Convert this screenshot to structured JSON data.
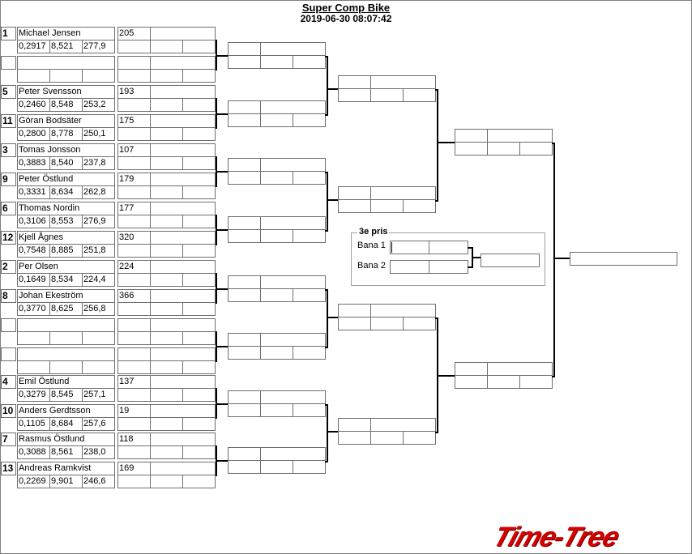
{
  "title": "Super Comp Bike",
  "datetime": "2019-06-30 08:07:42",
  "round1": [
    {
      "seed": "1",
      "name": "Michael Jensen",
      "rt": "0,2917",
      "et": "8,521",
      "speed": "277,9",
      "score": "205"
    },
    {
      "seed": "",
      "name": "",
      "rt": "",
      "et": "",
      "speed": "",
      "score": ""
    },
    {
      "seed": "5",
      "name": "Peter Svensson",
      "rt": "0,2460",
      "et": "8,548",
      "speed": "253,2",
      "score": "193"
    },
    {
      "seed": "11",
      "name": "Göran Bodsäter",
      "rt": "0,2800",
      "et": "8,778",
      "speed": "250,1",
      "score": "175"
    },
    {
      "seed": "3",
      "name": "Tomas Jonsson",
      "rt": "0,3883",
      "et": "8,540",
      "speed": "237,8",
      "score": "107"
    },
    {
      "seed": "9",
      "name": "Peter Östlund",
      "rt": "0,3331",
      "et": "8,634",
      "speed": "262,8",
      "score": "179"
    },
    {
      "seed": "6",
      "name": "Thomas Nordin",
      "rt": "0,3106",
      "et": "8,553",
      "speed": "276,9",
      "score": "177"
    },
    {
      "seed": "12",
      "name": "Kjell Ågnes",
      "rt": "0,7548",
      "et": "8,885",
      "speed": "251,8",
      "score": "320"
    },
    {
      "seed": "2",
      "name": "Per Olsen",
      "rt": "0,1649",
      "et": "8,534",
      "speed": "224,4",
      "score": "224"
    },
    {
      "seed": "8",
      "name": "Johan Ekeström",
      "rt": "0,3770",
      "et": "8,625",
      "speed": "256,8",
      "score": "366"
    },
    {
      "seed": "",
      "name": "",
      "rt": "",
      "et": "",
      "speed": "",
      "score": ""
    },
    {
      "seed": "",
      "name": "",
      "rt": "",
      "et": "",
      "speed": "",
      "score": ""
    },
    {
      "seed": "4",
      "name": "Emil Östlund",
      "rt": "0,3279",
      "et": "8,545",
      "speed": "257,1",
      "score": "137"
    },
    {
      "seed": "10",
      "name": "Anders Gerdtsson",
      "rt": "0,1105",
      "et": "8,684",
      "speed": "257,6",
      "score": "19"
    },
    {
      "seed": "7",
      "name": "Rasmus Östlund",
      "rt": "0,3088",
      "et": "8,561",
      "speed": "238,0",
      "score": "118"
    },
    {
      "seed": "13",
      "name": "Andreas Ramkvist",
      "rt": "0,2269",
      "et": "9,901",
      "speed": "246,6",
      "score": "169"
    }
  ],
  "third_place": {
    "label": "3e pris",
    "lane1": "Bana 1",
    "lane2": "Bana 2"
  },
  "logo": "Time-Tree"
}
